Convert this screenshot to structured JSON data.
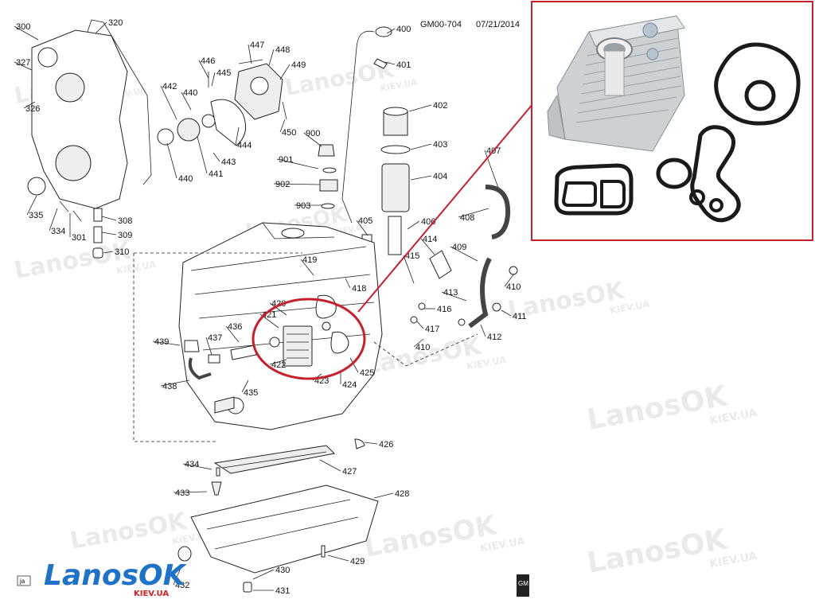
{
  "header": {
    "diagram_code": "GM00-704",
    "date": "07/21/2014"
  },
  "parts": [
    {
      "id": "p300",
      "label": "300"
    },
    {
      "id": "p320",
      "label": "320"
    },
    {
      "id": "p327",
      "label": "327"
    },
    {
      "id": "p326",
      "label": "326"
    },
    {
      "id": "p335",
      "label": "335"
    },
    {
      "id": "p334",
      "label": "334"
    },
    {
      "id": "p301",
      "label": "301"
    },
    {
      "id": "p308",
      "label": "308"
    },
    {
      "id": "p309",
      "label": "309"
    },
    {
      "id": "p310",
      "label": "310"
    },
    {
      "id": "p440a",
      "label": "440"
    },
    {
      "id": "p440b",
      "label": "440"
    },
    {
      "id": "p441",
      "label": "441"
    },
    {
      "id": "p442",
      "label": "442"
    },
    {
      "id": "p443",
      "label": "443"
    },
    {
      "id": "p444",
      "label": "444"
    },
    {
      "id": "p445",
      "label": "445"
    },
    {
      "id": "p446",
      "label": "446"
    },
    {
      "id": "p447",
      "label": "447"
    },
    {
      "id": "p448",
      "label": "448"
    },
    {
      "id": "p449",
      "label": "449"
    },
    {
      "id": "p450",
      "label": "450"
    },
    {
      "id": "p400",
      "label": "400"
    },
    {
      "id": "p401",
      "label": "401"
    },
    {
      "id": "p402",
      "label": "402"
    },
    {
      "id": "p403",
      "label": "403"
    },
    {
      "id": "p404",
      "label": "404"
    },
    {
      "id": "p405",
      "label": "405"
    },
    {
      "id": "p406",
      "label": "406"
    },
    {
      "id": "p407",
      "label": "407"
    },
    {
      "id": "p408",
      "label": "408"
    },
    {
      "id": "p409",
      "label": "409"
    },
    {
      "id": "p410a",
      "label": "410"
    },
    {
      "id": "p410b",
      "label": "410"
    },
    {
      "id": "p411",
      "label": "411"
    },
    {
      "id": "p412",
      "label": "412"
    },
    {
      "id": "p413",
      "label": "413"
    },
    {
      "id": "p414",
      "label": "414"
    },
    {
      "id": "p415",
      "label": "415"
    },
    {
      "id": "p416",
      "label": "416"
    },
    {
      "id": "p417",
      "label": "417"
    },
    {
      "id": "p418",
      "label": "418"
    },
    {
      "id": "p419",
      "label": "419"
    },
    {
      "id": "p420",
      "label": "420"
    },
    {
      "id": "p421",
      "label": "421"
    },
    {
      "id": "p422",
      "label": "422"
    },
    {
      "id": "p423",
      "label": "423"
    },
    {
      "id": "p424",
      "label": "424"
    },
    {
      "id": "p425",
      "label": "425"
    },
    {
      "id": "p426",
      "label": "426"
    },
    {
      "id": "p427",
      "label": "427"
    },
    {
      "id": "p428",
      "label": "428"
    },
    {
      "id": "p429",
      "label": "429"
    },
    {
      "id": "p430",
      "label": "430"
    },
    {
      "id": "p431",
      "label": "431"
    },
    {
      "id": "p432",
      "label": "432"
    },
    {
      "id": "p433",
      "label": "433"
    },
    {
      "id": "p434",
      "label": "434"
    },
    {
      "id": "p435",
      "label": "435"
    },
    {
      "id": "p436",
      "label": "436"
    },
    {
      "id": "p437",
      "label": "437"
    },
    {
      "id": "p438",
      "label": "438"
    },
    {
      "id": "p439",
      "label": "439"
    },
    {
      "id": "p900",
      "label": "900"
    },
    {
      "id": "p901",
      "label": "901"
    },
    {
      "id": "p902",
      "label": "902"
    },
    {
      "id": "p903",
      "label": "903"
    }
  ],
  "watermark": {
    "text": "LanosOK",
    "subtext": "KIEV.UA"
  },
  "logo": {
    "main": "LanosOK",
    "sub": "KIEV.UA",
    "main_color": "#1e73c8",
    "sub_color": "#d42020"
  },
  "corner_marks": {
    "left": "ja",
    "right": "GM"
  },
  "inset": {
    "border_color": "#c8202a",
    "highlight_color": "#c8202a"
  }
}
